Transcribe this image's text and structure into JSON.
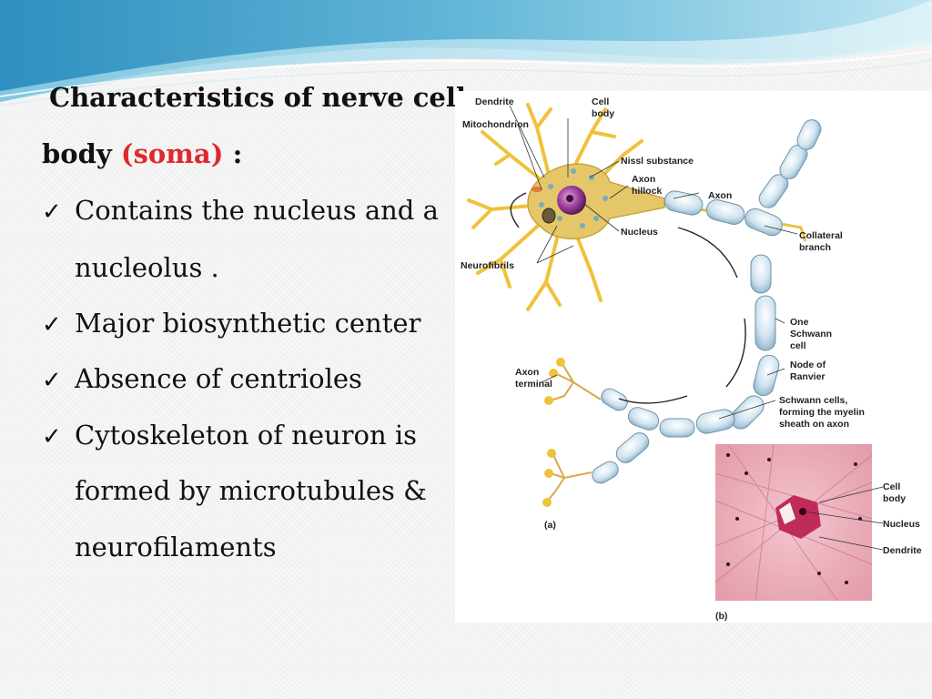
{
  "slide": {
    "title_line1": "Characteristics of nerve cell",
    "title_body": "body",
    "title_soma": "(soma)",
    "title_colon": ":",
    "accent_color": "#e0282d",
    "check_glyph": "✓",
    "bullets": [
      {
        "lines": [
          "Contains the nucleus and a",
          "nucleolus ."
        ]
      },
      {
        "lines": [
          "Major biosynthetic center"
        ]
      },
      {
        "lines": [
          "Absence of centrioles"
        ]
      },
      {
        "lines": [
          "Cytoskeleton of neuron is",
          "formed by microtubules &",
          "neurofilaments"
        ]
      }
    ]
  },
  "figure": {
    "labels": {
      "dendrite": "Dendrite",
      "cell_body_1": "Cell",
      "cell_body_2": "body",
      "mitochondrion": "Mitochondrion",
      "nissl": "Nissl substance",
      "axon_hillock_1": "Axon",
      "axon_hillock_2": "hillock",
      "axon": "Axon",
      "nucleus": "Nucleus",
      "neurofibrils": "Neurofibrils",
      "collateral_1": "Collateral",
      "collateral_2": "branch",
      "schwann_one_1": "One",
      "schwann_one_2": "Schwann",
      "schwann_one_3": "cell",
      "node_1": "Node of",
      "node_2": "Ranvier",
      "axon_terminal_1": "Axon",
      "axon_terminal_2": "terminal",
      "schwann_cells_1": "Schwann cells,",
      "schwann_cells_2": "forming the myelin",
      "schwann_cells_3": "sheath on axon",
      "panel_a": "(a)",
      "panel_b": "(b)",
      "micro_cell_1": "Cell",
      "micro_cell_2": "body",
      "micro_nucleus": "Nucleus",
      "micro_dendrite": "Dendrite"
    }
  }
}
